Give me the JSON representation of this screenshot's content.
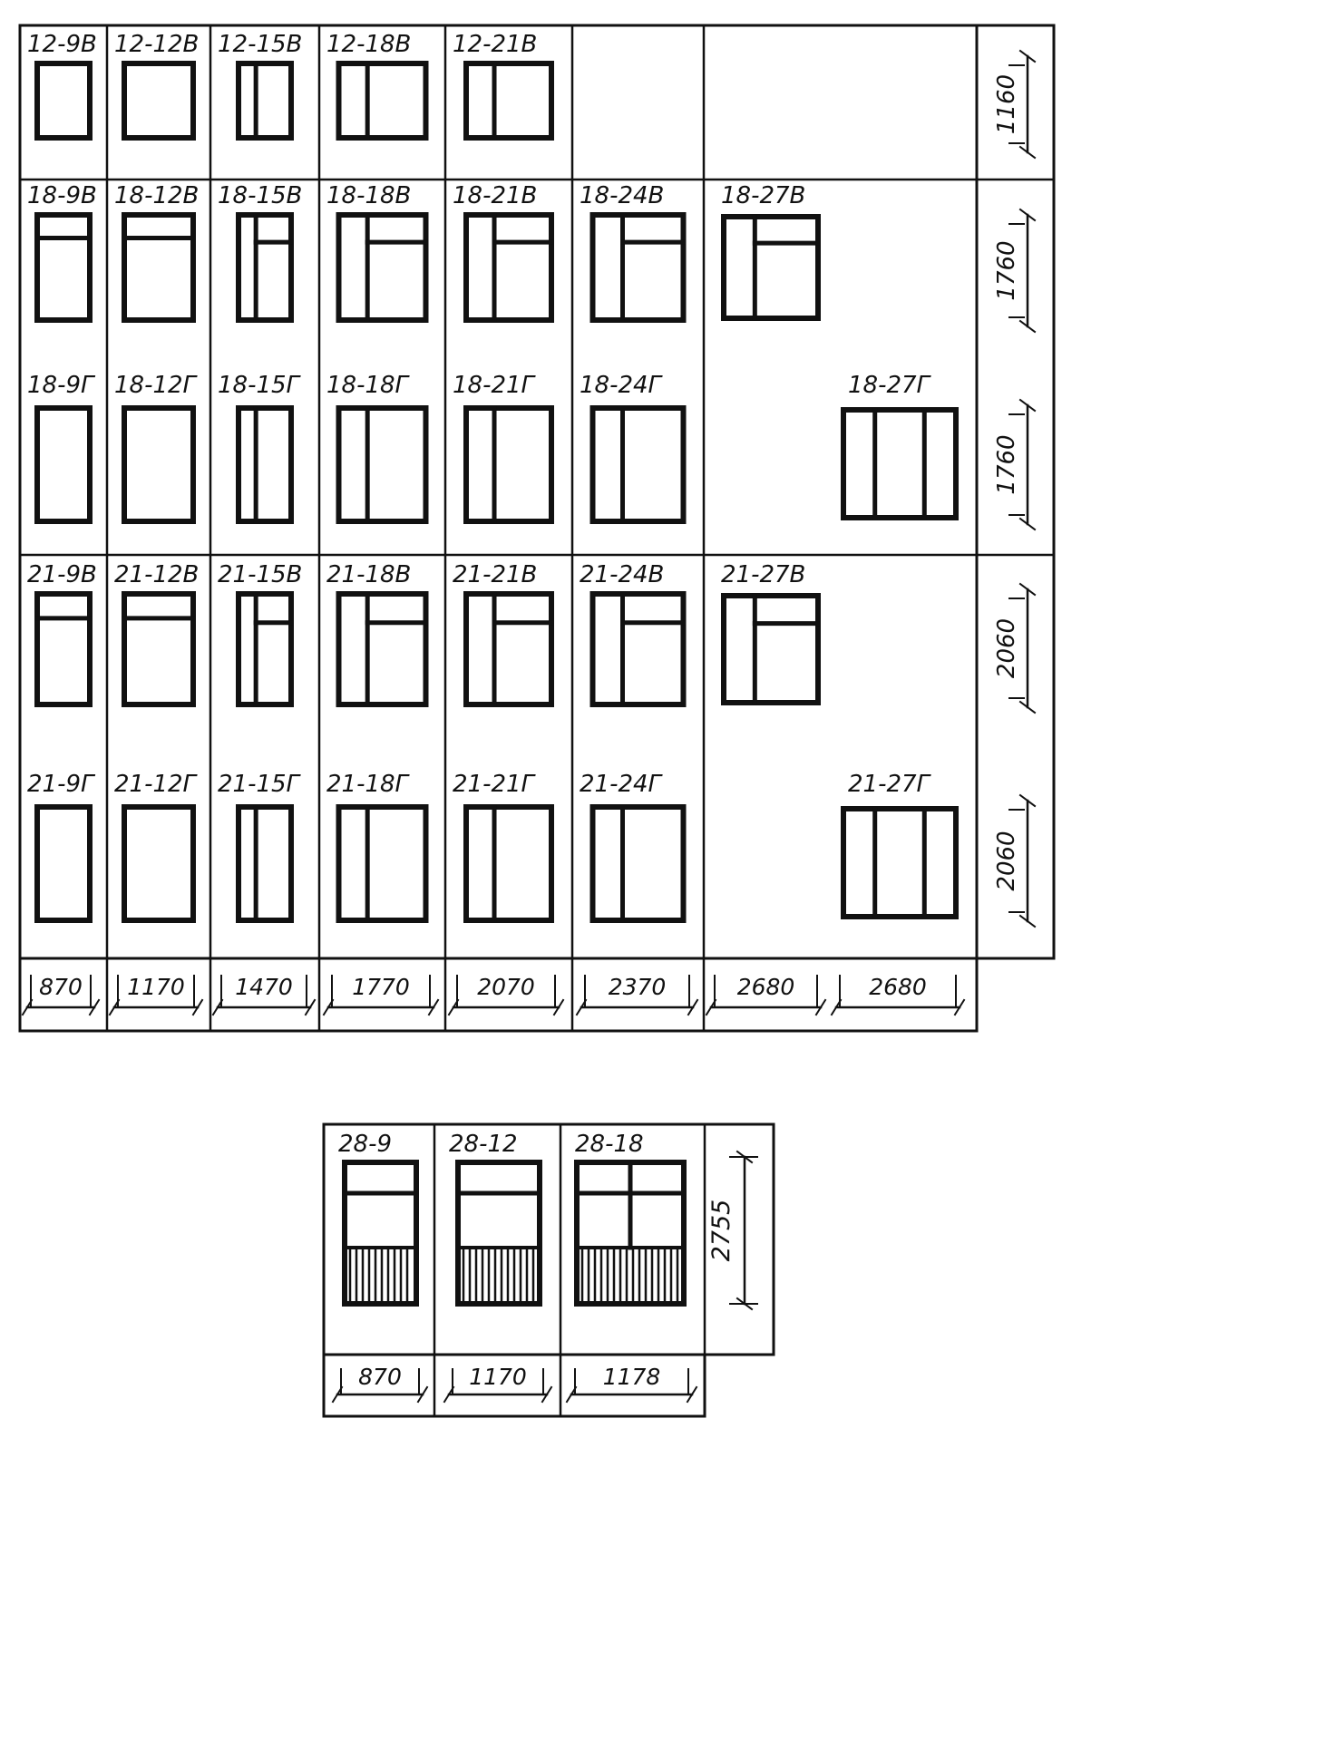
{
  "main_table": {
    "column_widths": [
      "870",
      "1170",
      "1470",
      "1770",
      "2070",
      "2370",
      "2680",
      "2680"
    ],
    "row_heights": [
      "1160",
      "1760",
      "1760",
      "2060",
      "2060"
    ],
    "rows": [
      [
        {
          "code": "12-9В",
          "type": "plain"
        },
        {
          "code": "12-12В",
          "type": "plain"
        },
        {
          "code": "12-15В",
          "type": "v"
        },
        {
          "code": "12-18В",
          "type": "v"
        },
        {
          "code": "12-21В",
          "type": "v"
        },
        null,
        null,
        null
      ],
      [
        {
          "code": "18-9В",
          "type": "transom"
        },
        {
          "code": "18-12В",
          "type": "transom"
        },
        {
          "code": "18-15В",
          "type": "v-transom"
        },
        {
          "code": "18-18В",
          "type": "v-transom"
        },
        {
          "code": "18-21В",
          "type": "v-transom"
        },
        {
          "code": "18-24В",
          "type": "v-transom"
        },
        {
          "code": "18-27В",
          "type": "v-transom"
        },
        null
      ],
      [
        {
          "code": "18-9Г",
          "type": "plain"
        },
        {
          "code": "18-12Г",
          "type": "plain"
        },
        {
          "code": "18-15Г",
          "type": "v"
        },
        {
          "code": "18-18Г",
          "type": "v"
        },
        {
          "code": "18-21Г",
          "type": "v"
        },
        {
          "code": "18-24Г",
          "type": "v"
        },
        null,
        {
          "code": "18-27Г",
          "type": "vv"
        }
      ],
      [
        {
          "code": "21-9В",
          "type": "transom"
        },
        {
          "code": "21-12В",
          "type": "transom"
        },
        {
          "code": "21-15В",
          "type": "v-transom"
        },
        {
          "code": "21-18В",
          "type": "v-transom"
        },
        {
          "code": "21-21В",
          "type": "v-transom"
        },
        {
          "code": "21-24В",
          "type": "v-transom"
        },
        {
          "code": "21-27В",
          "type": "v-transom"
        },
        null
      ],
      [
        {
          "code": "21-9Г",
          "type": "plain"
        },
        {
          "code": "21-12Г",
          "type": "plain"
        },
        {
          "code": "21-15Г",
          "type": "v"
        },
        {
          "code": "21-18Г",
          "type": "v"
        },
        {
          "code": "21-21Г",
          "type": "v"
        },
        {
          "code": "21-24Г",
          "type": "v"
        },
        null,
        {
          "code": "21-27Г",
          "type": "vv"
        }
      ]
    ]
  },
  "balcony_table": {
    "column_widths": [
      "870",
      "1170",
      "1178"
    ],
    "row_height": "2755",
    "cells": [
      {
        "code": "28-9",
        "type": "balcony"
      },
      {
        "code": "28-12",
        "type": "balcony"
      },
      {
        "code": "28-18",
        "type": "balcony-cross"
      }
    ]
  },
  "colors": {
    "ink": "#111111",
    "paper": "#ffffff"
  }
}
